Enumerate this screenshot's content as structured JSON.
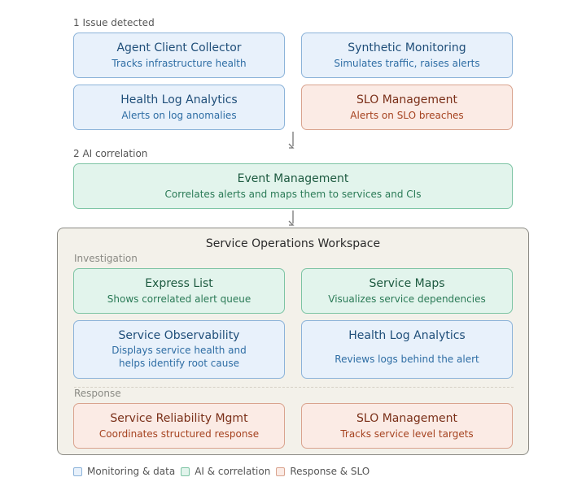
{
  "sections": {
    "issue": "1 Issue detected",
    "correlation": "2 AI correlation"
  },
  "monitoring": [
    {
      "title": "Agent Client Collector",
      "desc": "Tracks infrastructure health"
    },
    {
      "title": "Synthetic Monitoring",
      "desc": "Simulates traffic, raises alerts"
    },
    {
      "title": "Health Log Analytics",
      "desc": "Alerts on log anomalies"
    },
    {
      "title": "SLO Management",
      "desc": "Alerts on SLO breaches"
    }
  ],
  "event_management": {
    "title": "Event Management",
    "desc": "Correlates alerts and maps them to services and CIs"
  },
  "workspace": {
    "title": "Service Operations Workspace",
    "investigation_label": "Investigation",
    "response_label": "Response",
    "investigation": [
      {
        "title": "Express List",
        "desc": "Shows correlated alert queue"
      },
      {
        "title": "Service Maps",
        "desc": "Visualizes service dependencies"
      },
      {
        "title": "Service Observability",
        "desc": "Displays service health and helps identify root cause"
      },
      {
        "title": "Health Log Analytics",
        "desc": "Reviews logs behind the alert"
      }
    ],
    "response": [
      {
        "title": "Service Reliability Mgmt",
        "desc": "Coordinates structured response"
      },
      {
        "title": "SLO Management",
        "desc": "Tracks service level targets"
      }
    ]
  },
  "legend": [
    {
      "label": "Monitoring & data",
      "color": "#e8f1fb",
      "border": "#8cb3d9"
    },
    {
      "label": "AI & correlation",
      "color": "#e2f4ec",
      "border": "#7dc4a4"
    },
    {
      "label": "Response & SLO",
      "color": "#fbebe5",
      "border": "#d9a38e"
    }
  ]
}
